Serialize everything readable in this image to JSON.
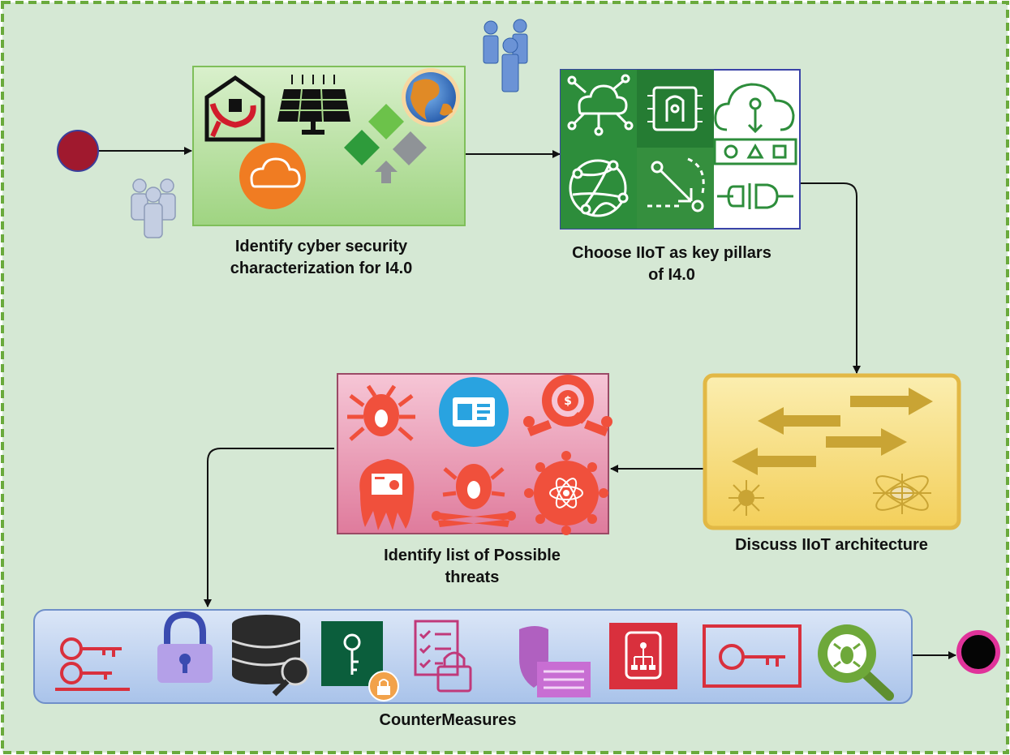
{
  "steps": {
    "characterize": {
      "label_line1": "Identify cyber security",
      "label_line2": "characterization for I4.0"
    },
    "pillars": {
      "label_line1": "Choose IIoT as key pillars",
      "label_line2": "of I4.0"
    },
    "architecture": {
      "label": "Discuss IIoT architecture"
    },
    "threats": {
      "label_line1": "Identify list of Possible",
      "label_line2": "threats"
    },
    "countermeasures": {
      "label": "CounterMeasures"
    }
  },
  "colors": {
    "frame_border": "#6aaa3c",
    "frame_fill": "#d5e8d4",
    "start_node": "#a0192e",
    "end_node_ring": "#e0339a",
    "green_box": "#a8d98c",
    "iiot_tile": "#2f8f3a",
    "architecture_box": "#f7d66a",
    "threats_box": "#e58aa8",
    "countermeasures_bar": "#b7cdee",
    "threat_icon": "#f0503c",
    "countermeasure_icon": "#d9303d"
  },
  "icons": {
    "characterize": [
      "smart-home-icon",
      "solar-panel-icon",
      "globe-icon",
      "cloud-icon",
      "gateway-icon",
      "users-icon"
    ],
    "pillars": [
      "cloud-network-icon",
      "chip-icon",
      "cloud-download-icon",
      "shapes-icon",
      "sphere-network-icon",
      "path-icon",
      "plug-icon"
    ],
    "architecture": [
      "arrow-right-icon",
      "arrow-left-icon",
      "hub-icon",
      "atom-icon"
    ],
    "threats": [
      "bug-icon",
      "id-card-icon",
      "data-theft-icon",
      "malware-gear-icon",
      "bug-crossbones-icon",
      "virus-atom-icon"
    ],
    "countermeasures": [
      "keys-icon",
      "padlock-icon",
      "database-key-icon",
      "key-vault-icon",
      "checklist-lock-icon",
      "shield-icon",
      "hsm-icon",
      "access-key-icon",
      "bug-scan-icon"
    ]
  }
}
